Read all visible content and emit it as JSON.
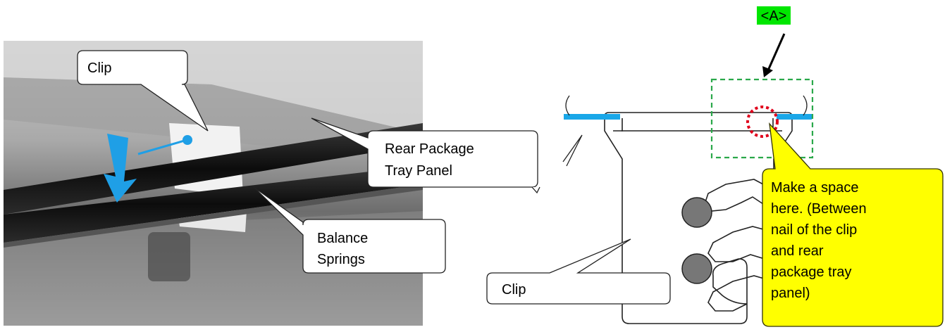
{
  "photo": {
    "callout_clip": "Clip",
    "callout_rear_panel": [
      "Rear Package",
      "Tray Panel"
    ],
    "callout_springs": [
      "Balance",
      "Springs"
    ]
  },
  "drawing": {
    "label_a": "<A>",
    "callout_clip": "Clip",
    "callout_note": [
      "Make a space",
      "here. (Between",
      "nail of the clip",
      "and rear",
      "package tray",
      "panel)"
    ]
  },
  "colors": {
    "panel_blue": "#1aa7e8",
    "arrow_blue": "#1f9fe6",
    "highlight_green": "#00e600",
    "dash_green": "#2aa84a",
    "circle_red": "#e0001b",
    "note_yellow": "#ffff00",
    "note_border": "#333300"
  },
  "icons": [
    "down-arrow-icon",
    "pointer-arrow-icon",
    "hole-icon"
  ]
}
